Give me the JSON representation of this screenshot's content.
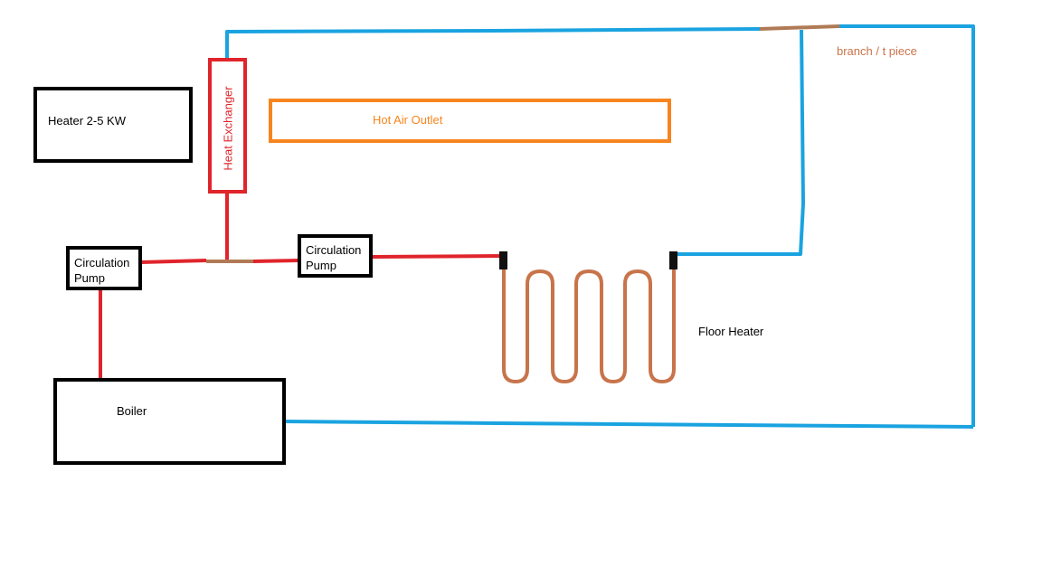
{
  "labels": {
    "heater": "Heater 2-5 KW",
    "heat_exchanger": "Heat Exchanger",
    "hot_air_outlet": "Hot Air Outlet",
    "pump_left": "Circulation\nPump",
    "pump_right": "Circulation\nPump",
    "boiler": "Boiler",
    "floor_heater": "Floor Heater",
    "branch": "branch / t piece"
  },
  "colors": {
    "hot_pipe": "#e0242b",
    "cold_pipe": "#1aa3e0",
    "copper": "#c8744a",
    "connector": "#b07a56",
    "outlet": "#f7851f",
    "box_border": "#000000"
  }
}
